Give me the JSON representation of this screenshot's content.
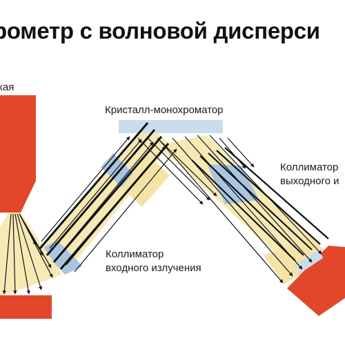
{
  "title": "рометр с волновой дисперси",
  "labels": {
    "sample": "кая",
    "crystal": "Кристалл-монохроматор",
    "collimator_out_line1": "Коллиматор",
    "collimator_out_line2": "выходного и",
    "collimator_in_line1": "Коллиматор",
    "collimator_in_line2": "входного излучения"
  },
  "colors": {
    "source": "#e2472b",
    "crystal": "#c9dceb",
    "collimator_blue": "#a9c6e0",
    "collimator_yellow": "#f5e3a6",
    "beam_yellow": "#f7e9b4",
    "blades": "#111111"
  }
}
